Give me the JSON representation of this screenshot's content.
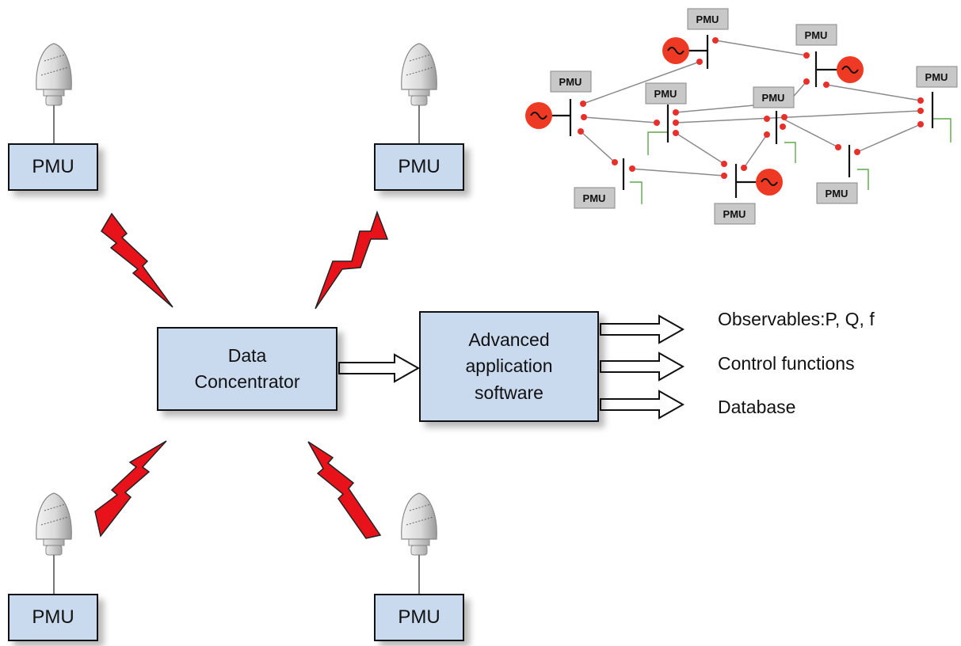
{
  "pmu_units": [
    {
      "label": "PMU"
    },
    {
      "label": "PMU"
    },
    {
      "label": "PMU"
    },
    {
      "label": "PMU"
    }
  ],
  "data_concentrator": {
    "line1": "Data",
    "line2": "Concentrator"
  },
  "advanced_software": {
    "line1": "Advanced",
    "line2": "application",
    "line3": "software"
  },
  "outputs": [
    {
      "label": "Observables:P, Q, f"
    },
    {
      "label": "Control functions"
    },
    {
      "label": "Database"
    }
  ],
  "grid": {
    "pmu_labels": [
      "PMU",
      "PMU",
      "PMU",
      "PMU",
      "PMU",
      "PMU",
      "PMU",
      "PMU",
      "PMU"
    ],
    "generator_icon": "ac-generator-icon",
    "generator_color": "#ee3a24",
    "node_color": "#e8302a",
    "line_color": "#8a8a8a",
    "load_color": "#5ea84a"
  },
  "colors": {
    "box_fill": "#c9d9ee",
    "lightning": "#e8121a",
    "antenna": "#d8d8d8"
  },
  "icons": {
    "antenna": "gps-antenna-icon",
    "lightning": "lightning-bolt-icon",
    "arrow": "hollow-arrow-icon"
  }
}
